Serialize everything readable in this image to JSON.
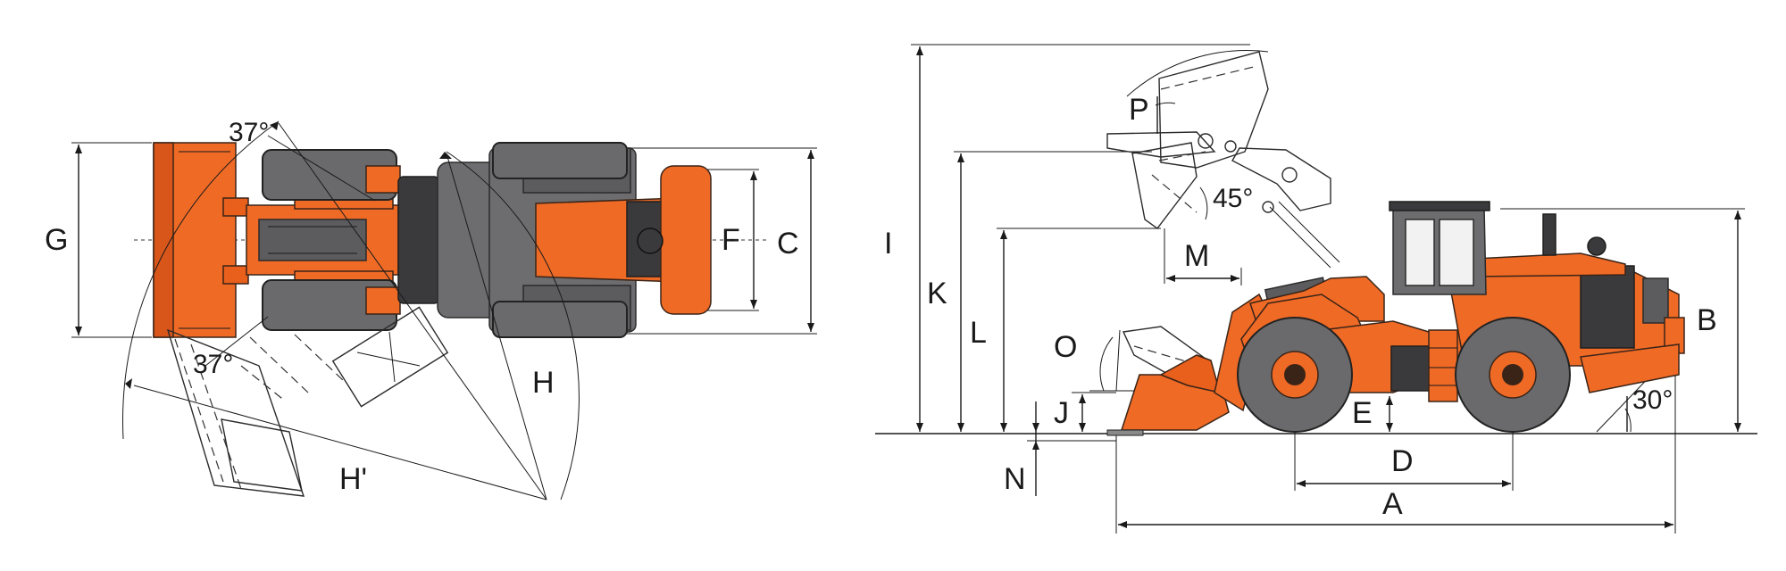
{
  "figure": {
    "top_view": {
      "labels": {
        "G": "G",
        "F": "F",
        "C": "C",
        "H": "H",
        "H_prime": "H'",
        "angle_top": "37°",
        "angle_bottom": "37°"
      }
    },
    "side_view": {
      "labels": {
        "I": "I",
        "K": "K",
        "L": "L",
        "M": "M",
        "P": "P",
        "O": "O",
        "J": "J",
        "N": "N",
        "E": "E",
        "D": "D",
        "A": "A",
        "B": "B",
        "angle_dump": "45°",
        "angle_departure": "30°"
      }
    },
    "colors": {
      "machine_orange": "#ef6a25",
      "machine_gray": "#6d6d6f",
      "line": "#1a1a1a"
    }
  }
}
